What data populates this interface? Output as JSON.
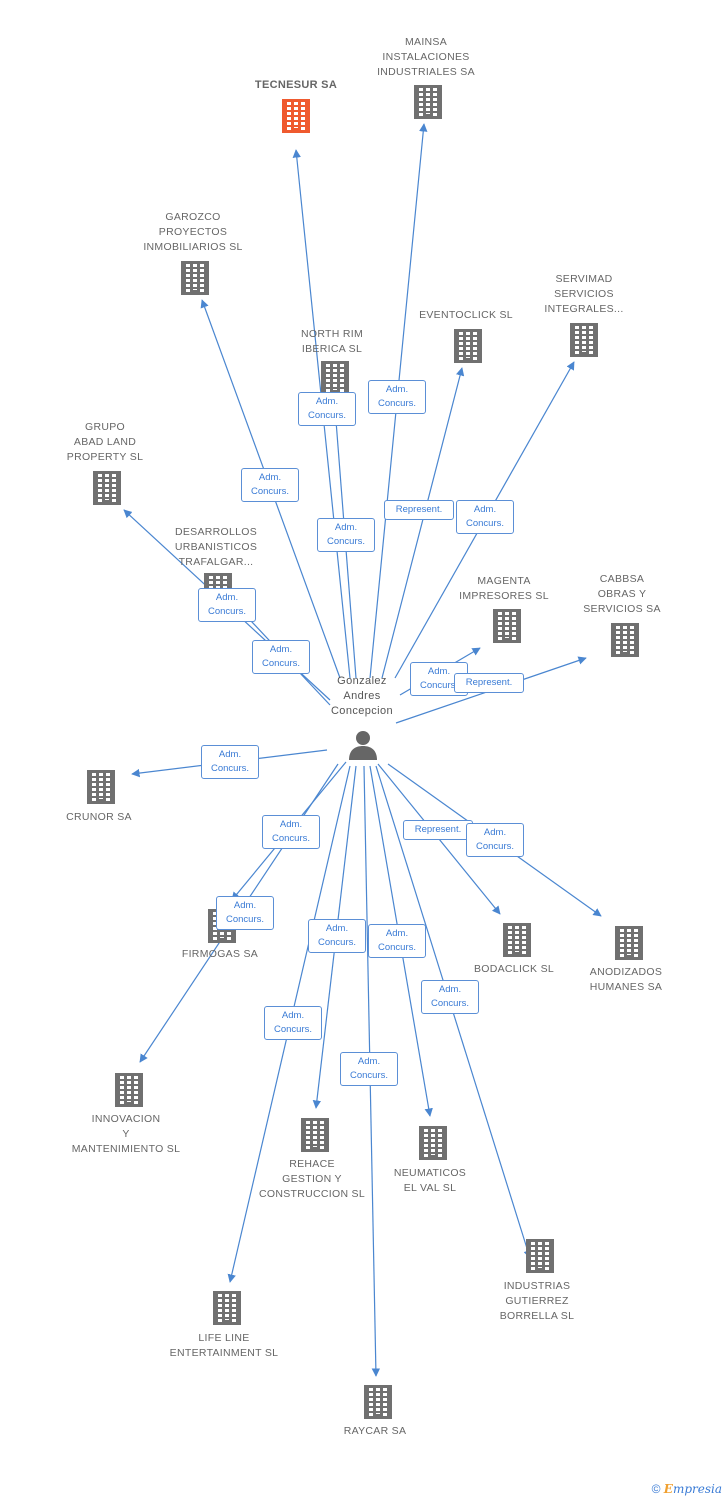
{
  "center": {
    "name_lines": [
      "Gonzalez",
      "Andres",
      "Concepcion"
    ],
    "icon": "person-icon",
    "icon_color": "#666666"
  },
  "colors": {
    "edge": "#4a86d0",
    "building": "#707070",
    "building_focus": "#ef5a2f",
    "label_text": "#666666"
  },
  "companies": [
    {
      "id": "tecnesur",
      "lines": [
        "TECNESUR SA"
      ],
      "focus": true,
      "role": [
        "Adm.",
        "Concurs."
      ]
    },
    {
      "id": "mainsa",
      "lines": [
        "MAINSA",
        "INSTALACIONES",
        "INDUSTRIALES SA"
      ],
      "role": [
        "Adm.",
        "Concurs."
      ]
    },
    {
      "id": "garozco",
      "lines": [
        "GAROZCO",
        "PROYECTOS",
        "INMOBILIARIOS SL"
      ],
      "role": [
        "Adm.",
        "Concurs."
      ]
    },
    {
      "id": "servimad",
      "lines": [
        "SERVIMAD",
        "SERVICIOS",
        "INTEGRALES..."
      ],
      "role": [
        "Adm.",
        "Concurs."
      ]
    },
    {
      "id": "eventoclick",
      "lines": [
        "EVENTOCLICK SL"
      ],
      "role": [
        "Represent."
      ]
    },
    {
      "id": "northrim",
      "lines": [
        "NORTH RIM",
        "IBERICA SL"
      ],
      "role": [
        "Adm.",
        "Concurs."
      ]
    },
    {
      "id": "grupoabad",
      "lines": [
        "GRUPO",
        "ABAD LAND",
        "PROPERTY SL"
      ],
      "role": [
        "Adm.",
        "Concurs."
      ]
    },
    {
      "id": "desarrollos",
      "lines": [
        "DESARROLLOS",
        "URBANISTICOS",
        "TRAFALGAR..."
      ],
      "role": [
        "Adm.",
        "Concurs."
      ]
    },
    {
      "id": "magenta",
      "lines": [
        "MAGENTA",
        "IMPRESORES SL"
      ],
      "role": [
        "Adm.",
        "Concurs."
      ]
    },
    {
      "id": "cabbsa",
      "lines": [
        "CABBSA",
        "OBRAS Y",
        "SERVICIOS SA"
      ],
      "role": [
        "Represent."
      ]
    },
    {
      "id": "crunor",
      "lines": [
        "CRUNOR SA"
      ],
      "role": [
        "Adm.",
        "Concurs."
      ]
    },
    {
      "id": "firmogas",
      "lines": [
        "FIRMOGAS SA"
      ],
      "role": [
        "Adm.",
        "Concurs."
      ]
    },
    {
      "id": "bodaclick",
      "lines": [
        "BODACLICK SL"
      ],
      "role": [
        "Represent."
      ]
    },
    {
      "id": "anodizados",
      "lines": [
        "ANODIZADOS",
        "HUMANES SA"
      ],
      "role": [
        "Adm.",
        "Concurs."
      ]
    },
    {
      "id": "innovacion",
      "lines": [
        "INNOVACION",
        "Y",
        "MANTENIMIENTO SL"
      ],
      "role": [
        "Adm.",
        "Concurs."
      ]
    },
    {
      "id": "rehace",
      "lines": [
        "REHACE",
        "GESTION Y",
        "CONSTRUCCION SL"
      ],
      "role": [
        "Adm.",
        "Concurs."
      ]
    },
    {
      "id": "neumaticos",
      "lines": [
        "NEUMATICOS",
        "EL VAL SL"
      ],
      "role": [
        "Adm.",
        "Concurs."
      ]
    },
    {
      "id": "industrias",
      "lines": [
        "INDUSTRIAS",
        "GUTIERREZ",
        "BORRELLA SL"
      ],
      "role": [
        "Adm.",
        "Concurs."
      ]
    },
    {
      "id": "lifeline",
      "lines": [
        "LIFE LINE",
        "ENTERTAINMENT SL"
      ],
      "role": [
        "Adm.",
        "Concurs."
      ]
    },
    {
      "id": "raycar",
      "lines": [
        "RAYCAR SA"
      ],
      "role": [
        "Adm.",
        "Concurs."
      ]
    }
  ],
  "footer": {
    "copyright": "©",
    "brand_first": "E",
    "brand_rest": "mpresia"
  }
}
